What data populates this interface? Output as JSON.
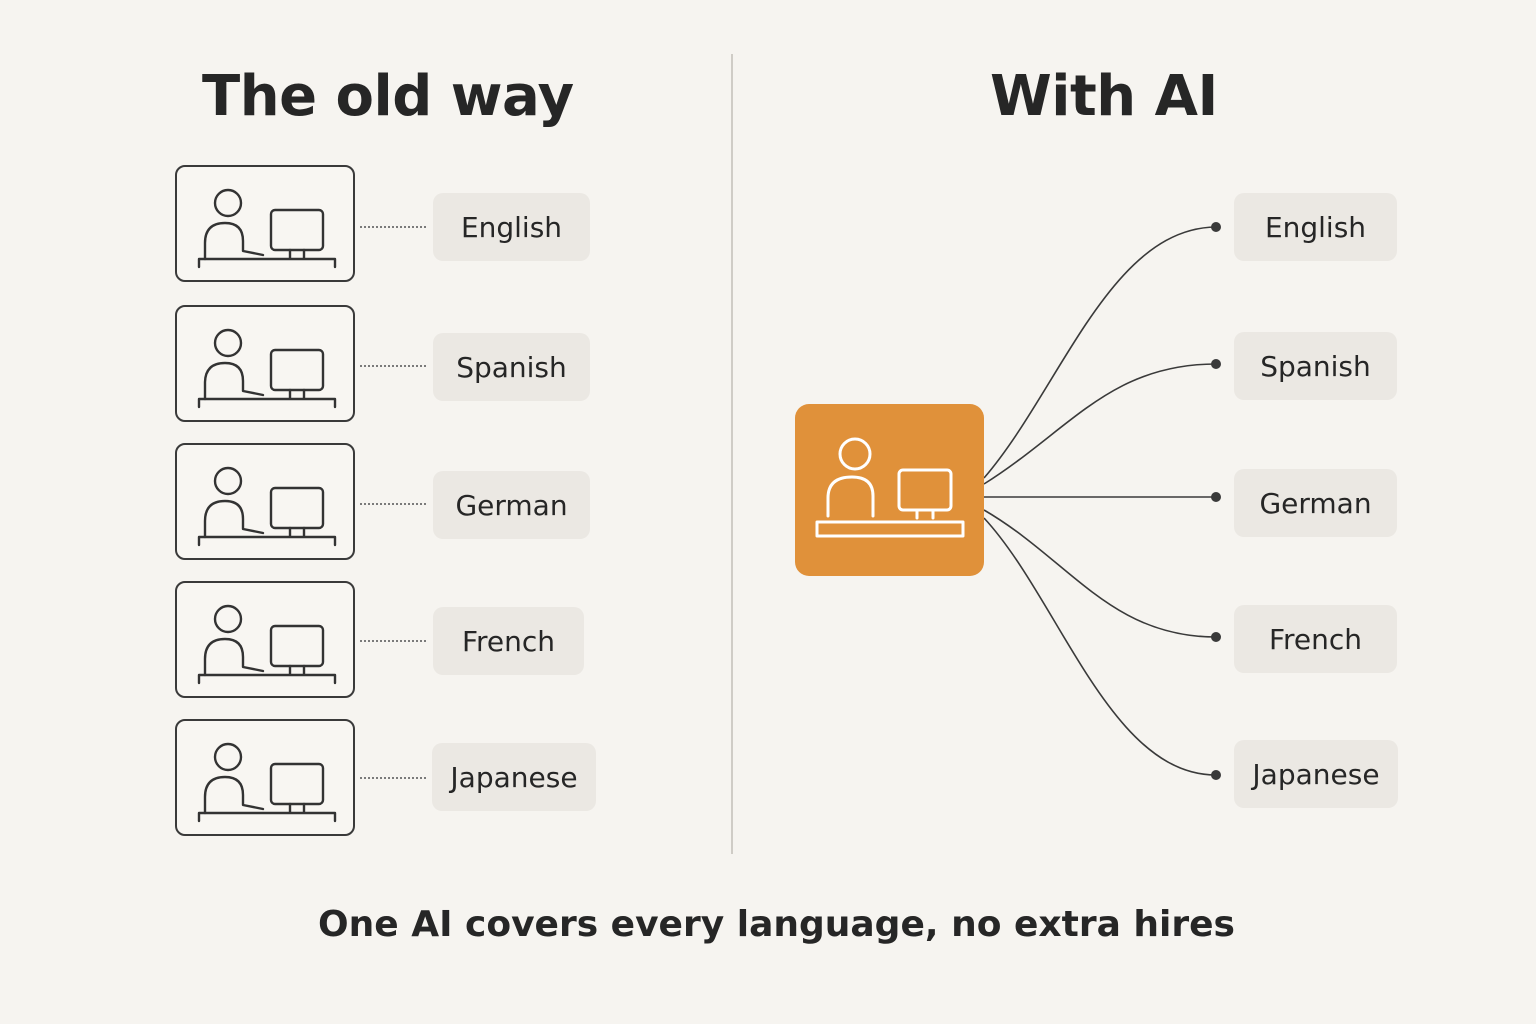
{
  "left_panel": {
    "heading": "The old way",
    "rows": [
      {
        "language": "English",
        "icon": "person-at-desk-icon"
      },
      {
        "language": "Spanish",
        "icon": "person-at-desk-icon"
      },
      {
        "language": "German",
        "icon": "person-at-desk-icon"
      },
      {
        "language": "French",
        "icon": "person-at-desk-icon"
      },
      {
        "language": "Japanese",
        "icon": "person-at-desk-icon"
      }
    ]
  },
  "right_panel": {
    "heading": "With AI",
    "hub_icon": "person-at-desk-icon",
    "languages": [
      "English",
      "Spanish",
      "German",
      "French",
      "Japanese"
    ]
  },
  "caption": "One AI covers every language, no extra hires",
  "colors": {
    "background": "#f6f4f0",
    "accent": "#e0913a",
    "pill": "#ebe8e3",
    "ink": "#262626"
  }
}
